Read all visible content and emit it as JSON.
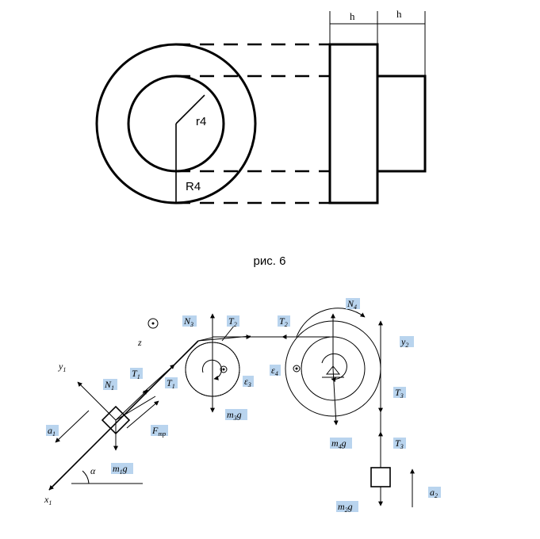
{
  "top_figure": {
    "dim_h_left": "h",
    "dim_h_right": "h",
    "label_r_inner": "r4",
    "label_R_outer": "R4"
  },
  "caption": "рис. 6",
  "bottom_figure": {
    "labels": {
      "N3": "N",
      "N3_sub": "3",
      "T2a": "T",
      "T2a_sub": "2",
      "T2b": "T",
      "T2b_sub": "2",
      "N4": "N",
      "N4_sub": "4",
      "z": "z",
      "y2": "y",
      "y2_sub": "2",
      "y1": "y",
      "y1_sub": "1",
      "N1": "N",
      "N1_sub": "1",
      "T1a": "T",
      "T1a_sub": "1",
      "T1b": "T",
      "T1b_sub": "1",
      "eps3": "ε",
      "eps3_sub": "3",
      "eps4": "ε",
      "eps4_sub": "4",
      "T3a": "T",
      "T3a_sub": "3",
      "T3b": "T",
      "T3b_sub": "3",
      "a1": "a",
      "a1_sub": "1",
      "Ftr": "F",
      "Ftr_sub": "mp",
      "m3g": "m",
      "m3g_sub": "3",
      "m3g_g": "g",
      "m4g": "m",
      "m4g_sub": "4",
      "m4g_g": "g",
      "m1g": "m",
      "m1g_sub": "1",
      "m1g_g": "g",
      "m2g": "m",
      "m2g_sub": "2",
      "m2g_g": "g",
      "alpha": "α",
      "x1": "x",
      "x1_sub": "1",
      "a2": "a",
      "a2_sub": "2"
    }
  }
}
